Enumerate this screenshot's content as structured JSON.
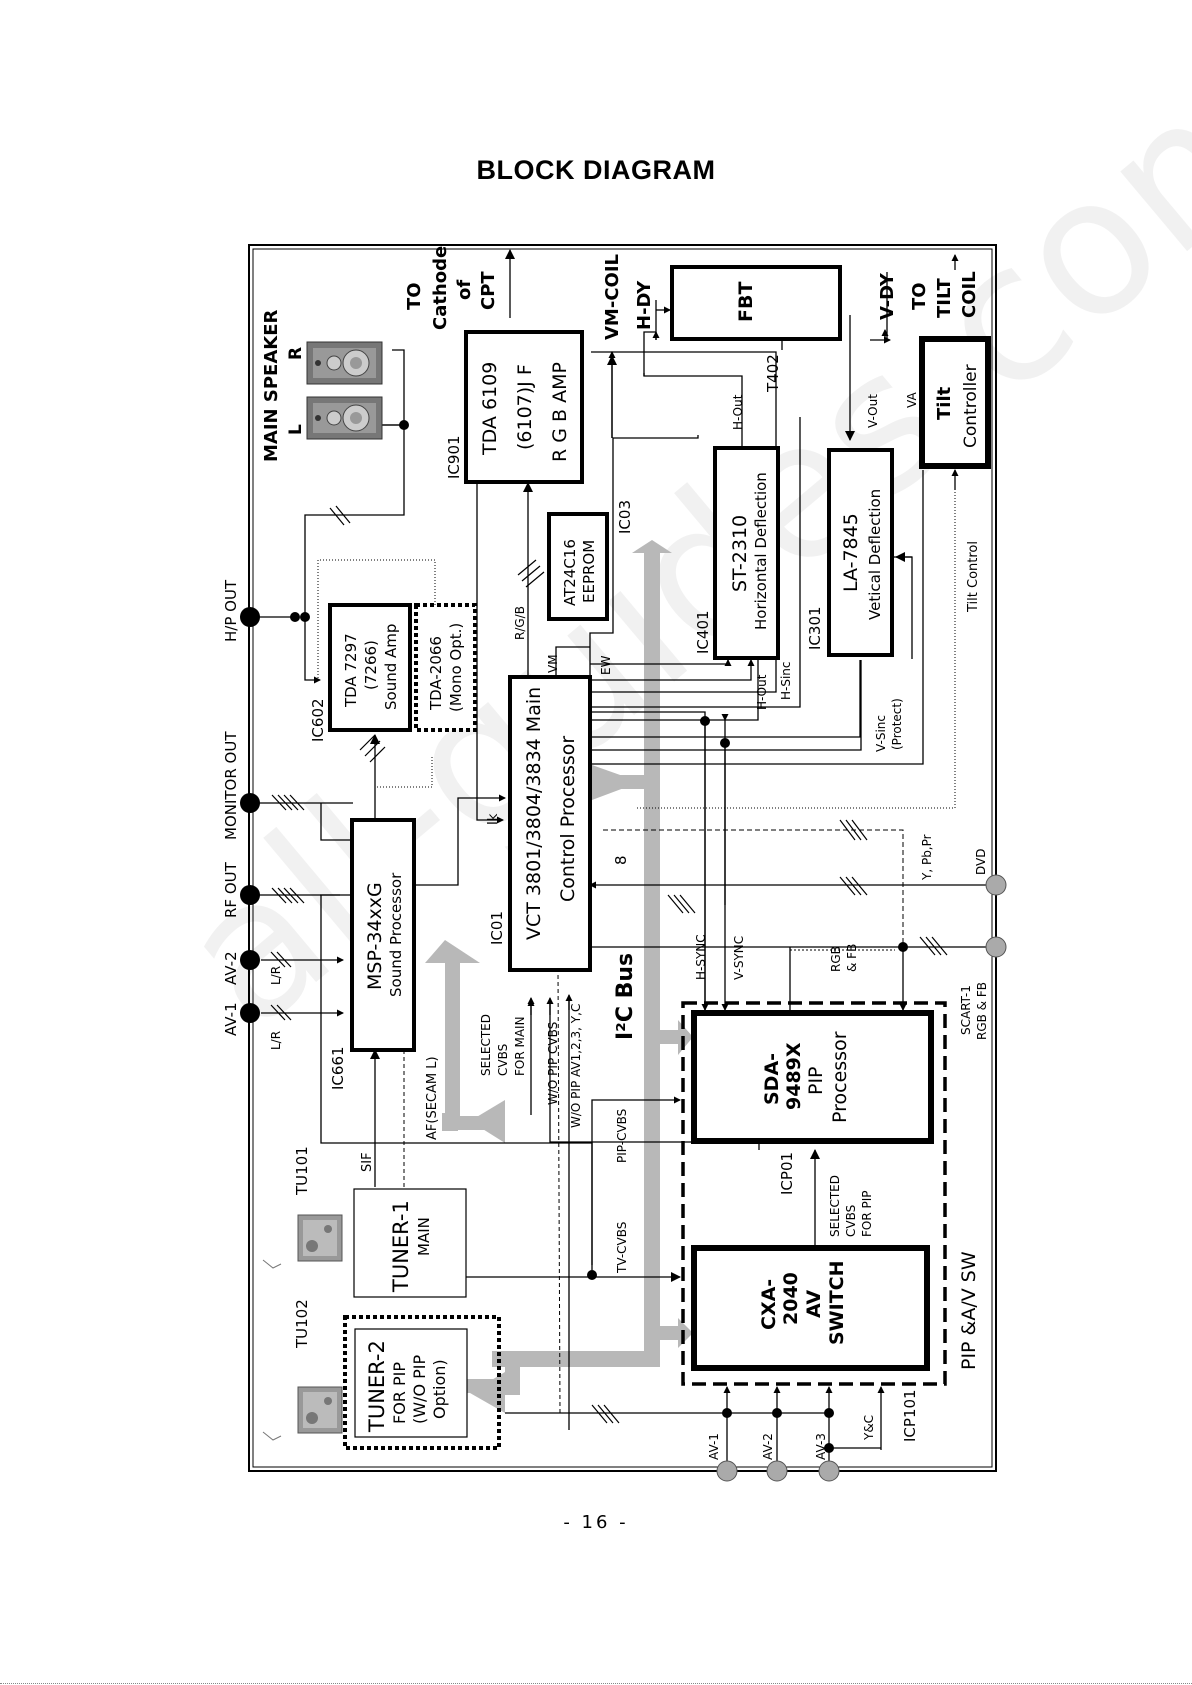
{
  "page": {
    "title": "BLOCK DIAGRAM",
    "page_number": "- 16 -",
    "watermark": "all-guides.com"
  },
  "blocks": {
    "tuner2": {
      "title": "TUNER-2",
      "line1": "FOR PIP",
      "line2": "(W/O PIP",
      "line3": "Option)",
      "ref": "TU102"
    },
    "tuner1": {
      "title": "TUNER-1",
      "line1": "MAIN",
      "ref": "TU101"
    },
    "msp": {
      "line1": "MSP-34xxG",
      "line2": "Sound Processor",
      "ref": "IC661"
    },
    "vct": {
      "line1": "VCT 3801/3804/3834 Main",
      "line2": "Control Processor",
      "ref": "IC01"
    },
    "tda7297": {
      "line1": "TDA 7297",
      "line2": "(7266)",
      "line3": "Sound Amp",
      "ref": "IC602"
    },
    "tda2066": {
      "line1": "TDA-2066",
      "line2": "(Mono Opt.)"
    },
    "tda6109": {
      "line1": "TDA 6109",
      "line2": "(6107)J F",
      "line3": "R G B AMP",
      "ref": "IC901"
    },
    "eeprom": {
      "line1": "AT24C16",
      "line2": "EEPROM",
      "ref": "IC03"
    },
    "st2310": {
      "line1": "ST-2310",
      "line2": "Horizontal Deflection",
      "ref": "IC401"
    },
    "la7845": {
      "line1": "LA-7845",
      "line2": "Vetical Deflection",
      "ref": "IC301"
    },
    "fbt": {
      "line1": "FBT",
      "ref": "T402"
    },
    "tilt": {
      "line1": "Tilt",
      "line2": "Controller"
    },
    "sda": {
      "line1": "SDA-",
      "line2": "9489X",
      "line3": "PIP",
      "line4": "Processor",
      "ref": "ICP01"
    },
    "cxa": {
      "line1": "CXA-",
      "line2": "2040",
      "line3": "AV",
      "line4": "SWITCH",
      "ref": "ICP101"
    },
    "pip_group": {
      "label": "PIP &A/V SW"
    }
  },
  "labels": {
    "main_speaker": "MAIN SPEAKER",
    "speaker_l": "L",
    "speaker_r": "R",
    "hp_out": "H/P OUT",
    "monitor_out": "MONITOR OUT",
    "rf_out": "RF OUT",
    "av2": "AV-2",
    "av1": "AV-1",
    "lr_a": "L/R",
    "lr_b": "L/R",
    "sif": "SIF",
    "af_secam": "AF(SECAM L)",
    "selected_cvbs_main_1": "SELECTED",
    "selected_cvbs_main_2": "CVBS",
    "selected_cvbs_main_3": "FOR MAIN",
    "wo_pip_cvbs": "W/O PIP CVBS",
    "wo_pip_av": "W/O PIP AV1,2,3, Y,C",
    "pip_cvbs": "PIP-CVBS",
    "tv_cvbs": "TV-CVBS",
    "i2c_bus": "I²C Bus",
    "bus_width": "8",
    "ik": "Ik",
    "rgb_line": "R/G/B",
    "vm": "VM",
    "ew": "EW",
    "h_out_a": "H-Out",
    "h_sinc": "H-Sinc",
    "h_out_b": "H-Out",
    "v_out": "V-Out",
    "va": "VA",
    "v_sinc_1": "V-Sinc",
    "v_sinc_2": "(Protect)",
    "tilt_control": "Tilt Control",
    "h_sync": "H-SYNC",
    "v_sync": "V-SYNC",
    "rgb_fb_1": "RGB",
    "rgb_fb_2": "& FB",
    "y_pbpr": "Y, Pb,Pr",
    "dvd": "DVD",
    "scart_1": "SCART-1",
    "scart_2": "RGB & FB",
    "sel_cvbs_pip_1": "SELECTED",
    "sel_cvbs_pip_2": "CVBS",
    "sel_cvbs_pip_3": "FOR PIP",
    "to_cathode_1": "TO",
    "to_cathode_2": "Cathode",
    "to_cathode_3": "of",
    "to_cathode_4": "CPT",
    "vm_coil": "VM-COIL",
    "h_dy": "H-DY",
    "v_dy": "V-DY",
    "to_tilt_1": "TO",
    "to_tilt_2": "TILT",
    "to_tilt_3": "COIL",
    "av_in_1": "AV-1",
    "av_in_2": "AV-2",
    "av_in_3": "AV-3",
    "yc": "Y&C"
  }
}
